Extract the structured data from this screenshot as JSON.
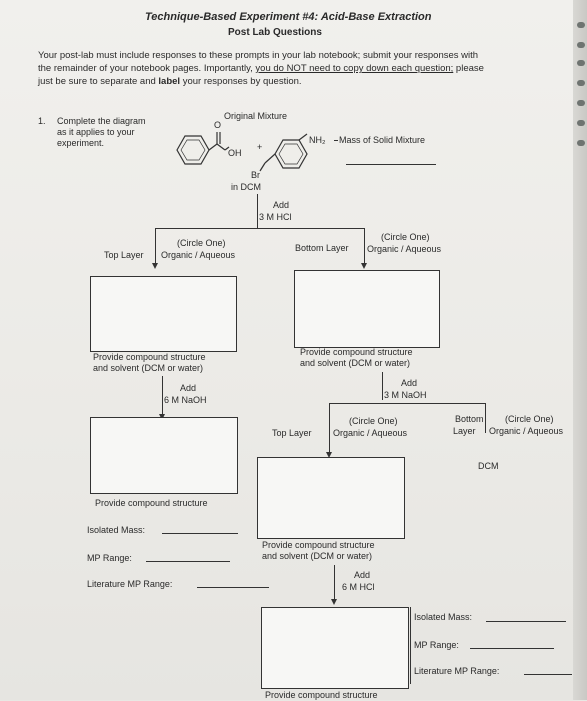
{
  "header": {
    "title": "Technique-Based Experiment #4: Acid-Base Extraction",
    "subtitle": "Post Lab Questions"
  },
  "intro": {
    "line1": "Your post-lab must include responses to these prompts in your lab notebook; submit your responses with",
    "line2_pre": "the remainder of your notebook pages. Importantly, ",
    "line2_underline": "you do NOT need to copy down each question;",
    "line2_post": " please",
    "line3_pre": "just be sure to separate and ",
    "line3_bold": "label",
    "line3_post": " your responses by question."
  },
  "question": {
    "number": "1.",
    "line1": "Complete the diagram",
    "line2": "as it applies to your",
    "line3": "experiment."
  },
  "mixture": {
    "label": "Original Mixture",
    "o": "O",
    "oh": "OH",
    "plus": "+",
    "nh2": "NH₂",
    "br": "Br",
    "solvent": "in DCM",
    "mass_label": "Mass of Solid Mixture"
  },
  "step1": {
    "add": "Add",
    "reagent": "3 M HCl"
  },
  "layer1_top": {
    "circle": "(Circle One)",
    "label": "Top Layer",
    "choice": "Organic / Aqueous"
  },
  "layer1_bottom": {
    "circle": "(Circle One)",
    "label": "Bottom Layer",
    "choice": "Organic / Aqueous"
  },
  "prompt_structure_solvent": "Provide compound structure",
  "prompt_solvent_line": "and solvent (DCM or water)",
  "prompt_structure": "Provide compound structure",
  "step_left": {
    "add": "Add",
    "reagent": "6 M NaOH"
  },
  "step_right": {
    "add": "Add",
    "reagent": "3 M NaOH"
  },
  "layer2_top": {
    "circle": "(Circle One)",
    "label": "Top Layer",
    "choice": "Organic / Aqueous"
  },
  "layer2_bottom": {
    "circle": "(Circle One)",
    "label1": "Bottom",
    "label2": "Layer",
    "choice": "Organic / Aqueous",
    "solvent": "DCM"
  },
  "step_lower": {
    "add": "Add",
    "reagent": "6 M HCl"
  },
  "results_left": {
    "mass": "Isolated Mass:",
    "mp": "MP Range:",
    "lit": "Literature MP Range:"
  },
  "results_right": {
    "mass": "Isolated Mass:",
    "mp": "MP Range:",
    "lit": "Literature MP Range:"
  },
  "bottom_prompt": "Provide compound structure"
}
